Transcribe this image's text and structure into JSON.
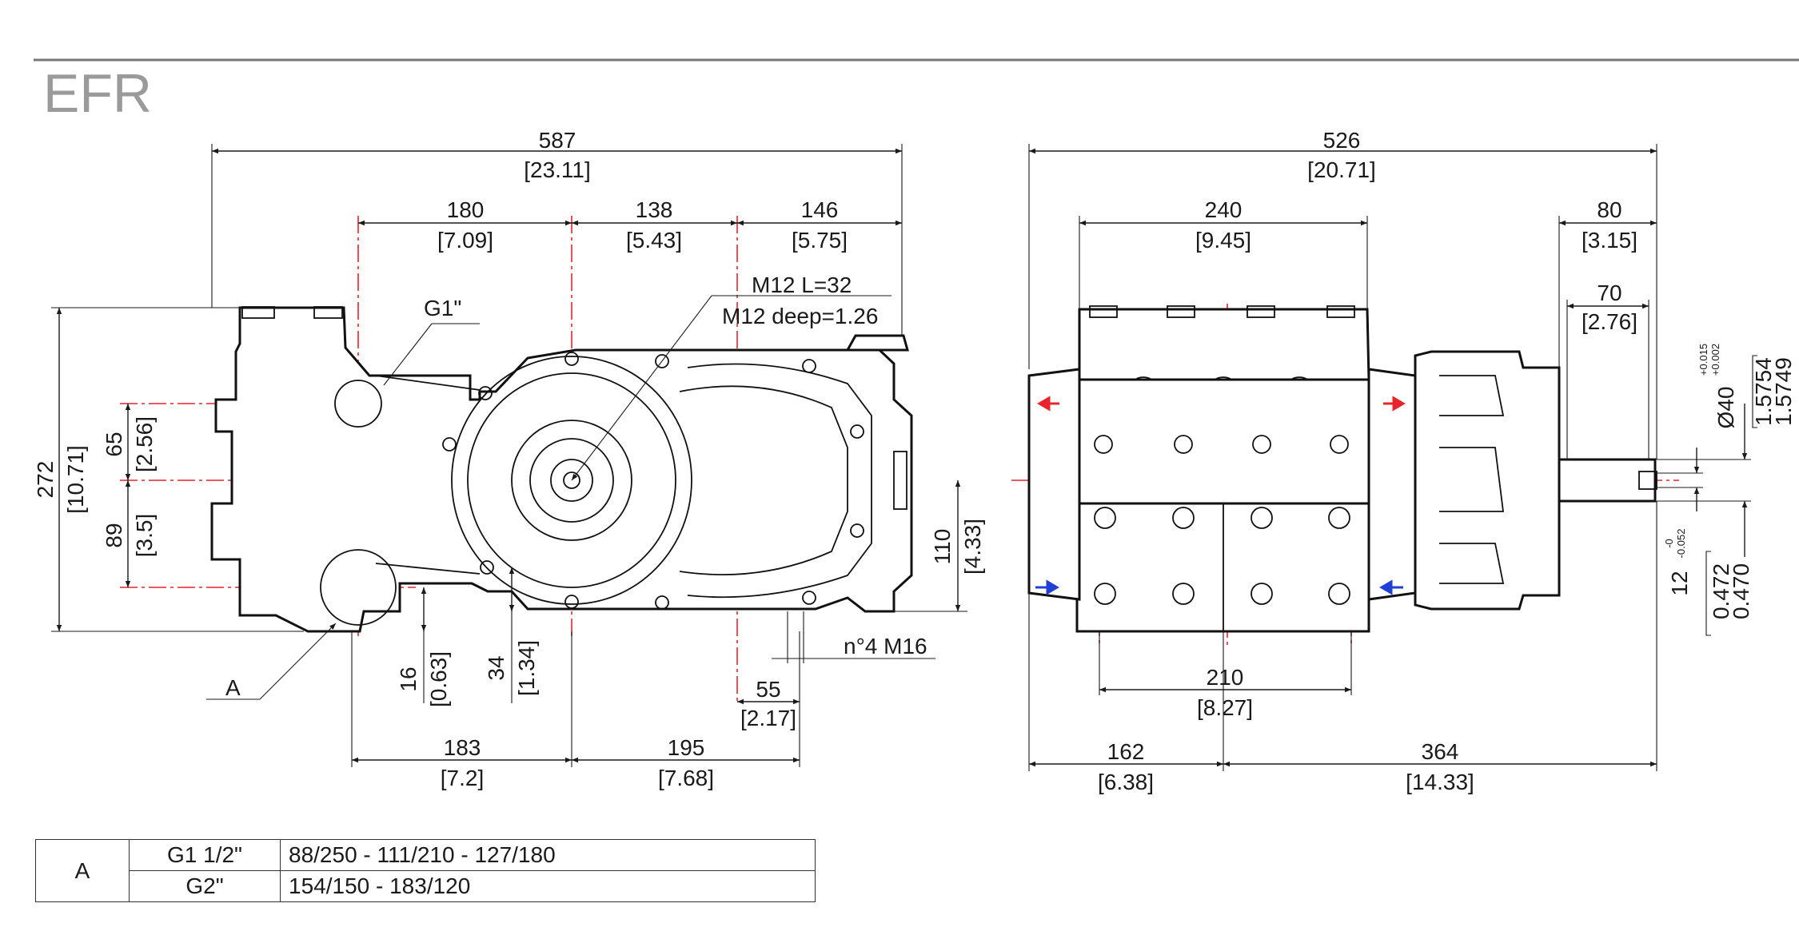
{
  "title": "EFR",
  "left_view": {
    "dims": {
      "overall_width": "587",
      "overall_width_in": "[23.11]",
      "w180": "180",
      "w180_in": "[7.09]",
      "w138": "138",
      "w138_in": "[5.43]",
      "w146": "146",
      "w146_in": "[5.75]",
      "h272": "272",
      "h272_in": "[10.71]",
      "h65": "65",
      "h65_in": "[2.56]",
      "h89": "89",
      "h89_in": "[3.5]",
      "h110": "110",
      "h110_in": "[4.33]",
      "h16": "16",
      "h16_in": "[0.63]",
      "h34": "34",
      "h34_in": "[1.34]",
      "w55": "55",
      "w55_in": "[2.17]",
      "w183": "183",
      "w183_in": "[7.2]",
      "w195": "195",
      "w195_in": "[7.68]"
    },
    "callouts": {
      "inlet": "G1\"",
      "thread_1": "M12 L=32",
      "thread_2": "M12 deep=1.26",
      "feet": "n°4 M16",
      "outlet": "A"
    }
  },
  "right_view": {
    "dims": {
      "overall_width": "526",
      "overall_width_in": "[20.71]",
      "w240": "240",
      "w240_in": "[9.45]",
      "w80": "80",
      "w80_in": "[3.15]",
      "w70": "70",
      "w70_in": "[2.76]",
      "w210": "210",
      "w210_in": "[8.27]",
      "w162": "162",
      "w162_in": "[6.38]",
      "w364": "364",
      "w364_in": "[14.33]"
    },
    "shaft": {
      "diameter": "Ø40",
      "diameter_tol_upper": "+0.015",
      "diameter_tol_lower": "+0.002",
      "diameter_in_1": "1.5754",
      "diameter_in_2": "1.5749",
      "key": "12",
      "key_tol_upper": "-0",
      "key_tol_lower": "-0.052",
      "key_in_1": "0.472",
      "key_in_2": "0.470"
    }
  },
  "table": {
    "key": "A",
    "rows": [
      {
        "connection": "G1 1/2\"",
        "flows": "88/250 - 111/210 - 127/180"
      },
      {
        "connection": "G2\"",
        "flows": "154/150 - 183/120"
      }
    ]
  },
  "colors": {
    "centerline": "#e8252a",
    "outlet_arrow": "#e8252a",
    "inlet_arrow": "#1f3fd6",
    "title": "#9a9a9a"
  }
}
